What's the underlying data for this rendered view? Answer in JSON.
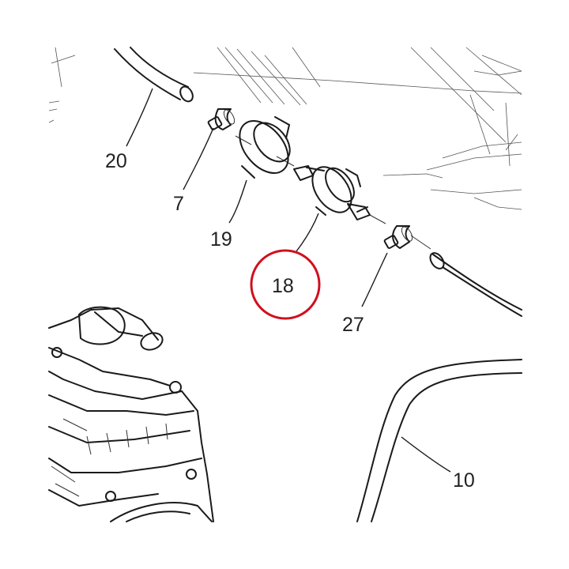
{
  "callouts": [
    {
      "id": "20",
      "label": "20"
    },
    {
      "id": "7",
      "label": "7"
    },
    {
      "id": "19",
      "label": "19"
    },
    {
      "id": "18",
      "label": "18"
    },
    {
      "id": "27",
      "label": "27"
    },
    {
      "id": "10",
      "label": "10"
    }
  ],
  "highlight": {
    "target": "18",
    "color": "#d0101e"
  },
  "colors": {
    "ink": "#1a1a1a",
    "background": "#ffffff"
  }
}
